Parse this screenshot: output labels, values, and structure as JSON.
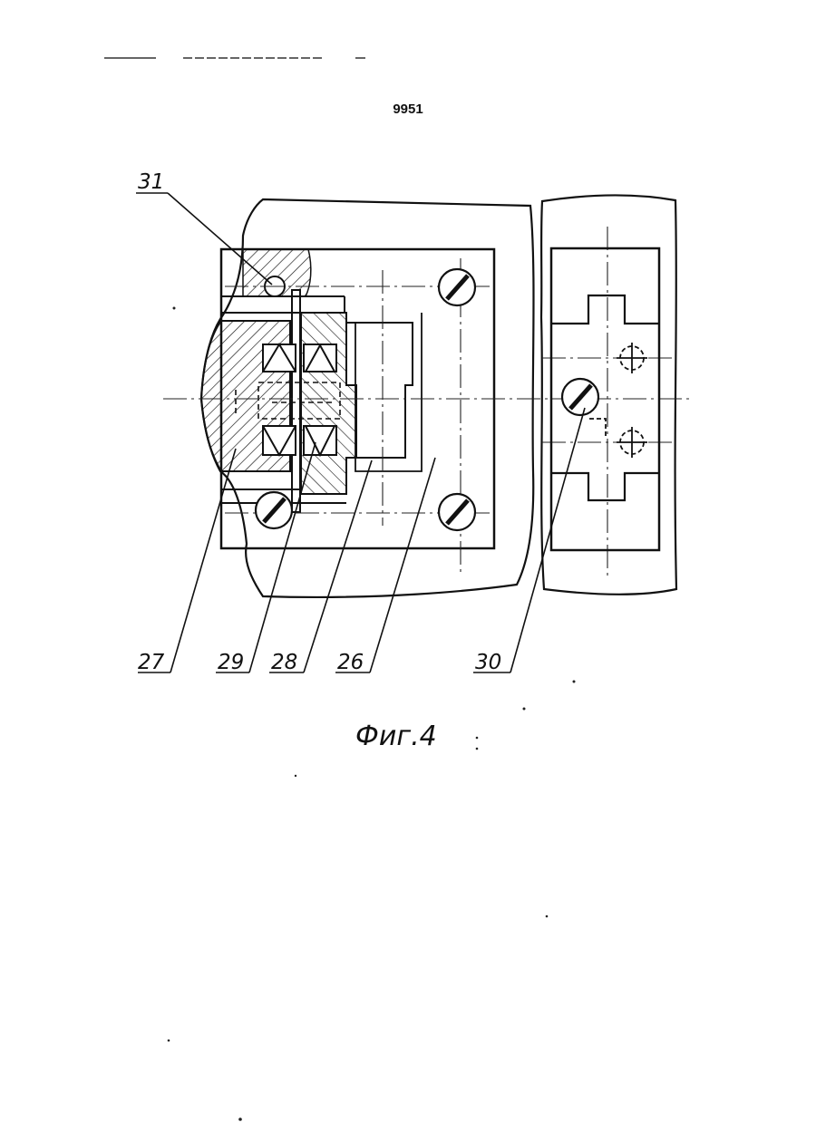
{
  "page_number": "9951",
  "figure": {
    "caption": "Фиг.4",
    "labels": {
      "l31": "31",
      "l27": "27",
      "l29": "29",
      "l28": "28",
      "l26": "26",
      "l30": "30"
    }
  }
}
